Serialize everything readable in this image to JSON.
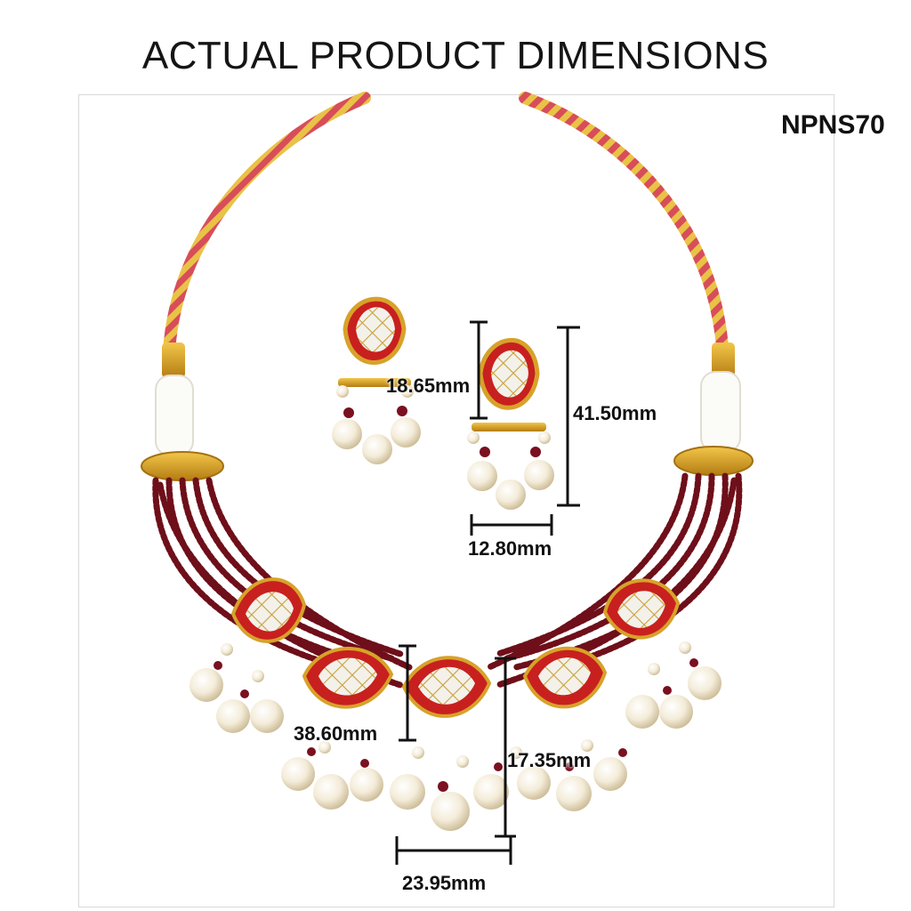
{
  "page": {
    "title": "ACTUAL PRODUCT DIMENSIONS"
  },
  "product": {
    "code": "NPNS70"
  },
  "dimensions": {
    "earring_pendant_height": "18.65mm",
    "earring_total_height": "41.50mm",
    "earring_width": "12.80mm",
    "center_pendant_height": "38.60mm",
    "center_drop_height": "17.35mm",
    "center_width": "23.95mm"
  },
  "colors": {
    "maroon_bead": "#6e0f1a",
    "red_enamel": "#c8201e",
    "gold": "#d7a22a",
    "pearl": "#f4ecd9",
    "kundan": "#f3f1ea"
  }
}
